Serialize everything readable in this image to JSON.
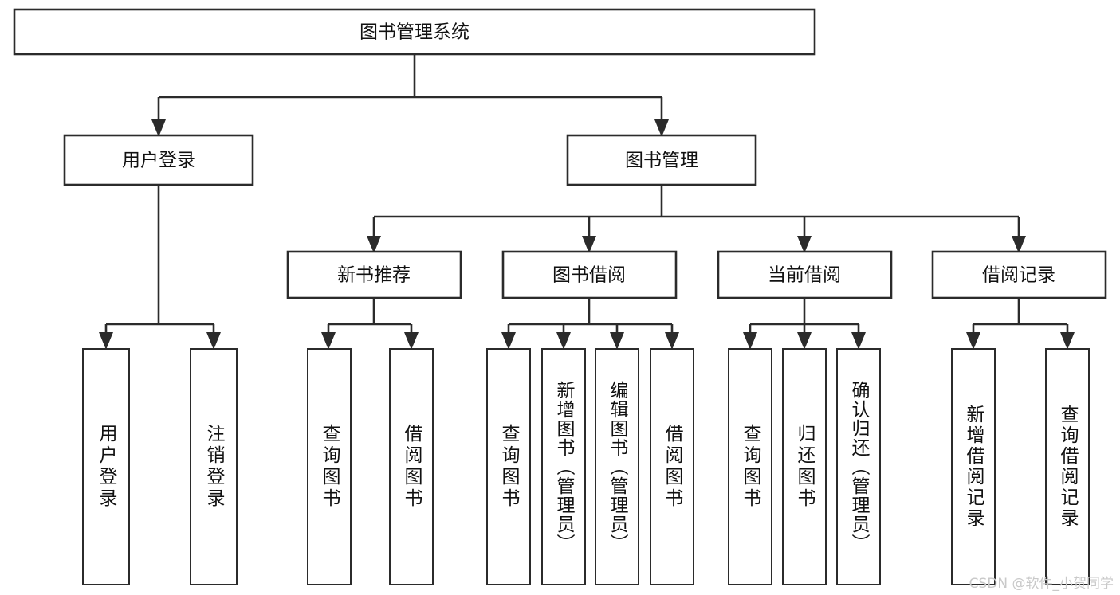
{
  "diagram": {
    "type": "tree-hierarchy-chart",
    "title": "图书管理系统",
    "watermark": "CSDN @软件_小贺同学",
    "line_color": "#2b2b2b",
    "box_fill": "#ffffff",
    "text_color": "#111111",
    "levels": [
      {
        "level": 1,
        "nodes": [
          {
            "id": "root",
            "label": "图书管理系统",
            "orientation": "horizontal"
          }
        ]
      },
      {
        "level": 2,
        "nodes": [
          {
            "id": "user-login",
            "label": "用户登录",
            "orientation": "horizontal",
            "parent": "root"
          },
          {
            "id": "book-manage",
            "label": "图书管理",
            "orientation": "horizontal",
            "parent": "root"
          }
        ]
      },
      {
        "level": 3,
        "nodes": [
          {
            "id": "new-book-rec",
            "label": "新书推荐",
            "orientation": "horizontal",
            "parent": "book-manage"
          },
          {
            "id": "book-borrow",
            "label": "图书借阅",
            "orientation": "horizontal",
            "parent": "book-manage"
          },
          {
            "id": "current-borrow",
            "label": "当前借阅",
            "orientation": "horizontal",
            "parent": "book-manage"
          },
          {
            "id": "borrow-record",
            "label": "借阅记录",
            "orientation": "horizontal",
            "parent": "book-manage"
          }
        ]
      },
      {
        "level": 4,
        "nodes": [
          {
            "id": "leaf-user-login",
            "label": "用户登录",
            "orientation": "vertical",
            "parent": "user-login"
          },
          {
            "id": "leaf-logout",
            "label": "注销登录",
            "orientation": "vertical",
            "parent": "user-login"
          },
          {
            "id": "leaf-query-book-1",
            "label": "查询图书",
            "orientation": "vertical",
            "parent": "new-book-rec"
          },
          {
            "id": "leaf-borrow-book-1",
            "label": "借阅图书",
            "orientation": "vertical",
            "parent": "new-book-rec"
          },
          {
            "id": "leaf-query-book-2",
            "label": "查询图书",
            "orientation": "vertical",
            "parent": "book-borrow"
          },
          {
            "id": "leaf-add-book",
            "label": "新增图书（管理员）",
            "orientation": "vertical",
            "parent": "book-borrow"
          },
          {
            "id": "leaf-edit-book",
            "label": "编辑图书（管理员）",
            "orientation": "vertical",
            "parent": "book-borrow"
          },
          {
            "id": "leaf-borrow-book-2",
            "label": "借阅图书",
            "orientation": "vertical",
            "parent": "book-borrow"
          },
          {
            "id": "leaf-query-book-3",
            "label": "查询图书",
            "orientation": "vertical",
            "parent": "current-borrow"
          },
          {
            "id": "leaf-return-book",
            "label": "归还图书",
            "orientation": "vertical",
            "parent": "current-borrow"
          },
          {
            "id": "leaf-confirm-return",
            "label": "确认归还（管理员）",
            "orientation": "vertical",
            "parent": "current-borrow"
          },
          {
            "id": "leaf-add-record",
            "label": "新增借阅记录",
            "orientation": "vertical",
            "parent": "borrow-record"
          },
          {
            "id": "leaf-query-record",
            "label": "查询借阅记录",
            "orientation": "vertical",
            "parent": "borrow-record"
          }
        ]
      }
    ]
  }
}
